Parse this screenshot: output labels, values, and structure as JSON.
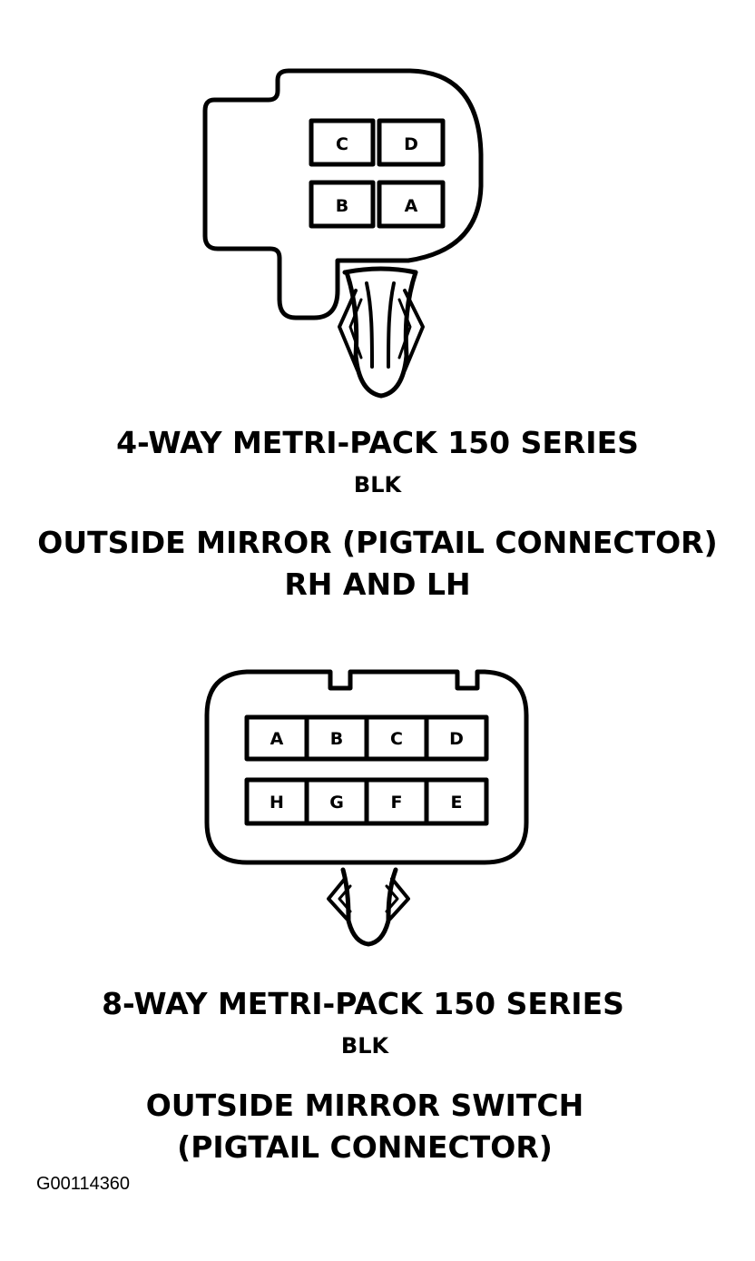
{
  "connectors": [
    {
      "series": "4-WAY METRI-PACK 150 SERIES",
      "color": "BLK",
      "title_line1": "OUTSIDE MIRROR (PIGTAIL CONNECTOR)",
      "title_line2": "RH AND LH",
      "pins": [
        "C",
        "D",
        "B",
        "A"
      ]
    },
    {
      "series": "8-WAY METRI-PACK 150 SERIES",
      "color": "BLK",
      "title_line1": "OUTSIDE MIRROR SWITCH",
      "title_line2": "(PIGTAIL CONNECTOR)",
      "pins": [
        "A",
        "B",
        "C",
        "D",
        "H",
        "G",
        "F",
        "E"
      ]
    }
  ],
  "figure_id": "G00114360",
  "colors": {
    "ink": "#000000",
    "paper": "#ffffff"
  }
}
